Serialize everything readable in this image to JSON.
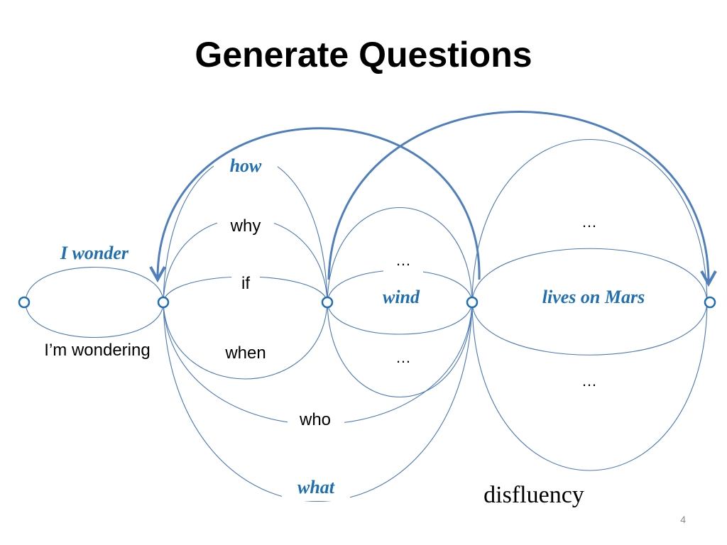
{
  "slide": {
    "title": "Generate Questions",
    "page_number": "4"
  },
  "colors": {
    "arc": "#4a78b8",
    "highlight": "#1f6fb2",
    "node": "#1f6fb2",
    "arrow": "#4f7fbd"
  },
  "edges": {
    "i_wonder": "I wonder",
    "im_wondering": "I’m wondering",
    "how": "how",
    "why": "why",
    "if": "if",
    "when": "when",
    "who": "who",
    "what": "what",
    "ellipsis_mid_top": "…",
    "wind": "wind",
    "ellipsis_mid_bottom": "…",
    "ellipsis_right_top": "…",
    "lives_on_mars": "lives on Mars",
    "ellipsis_right_bottom": "…"
  },
  "annotation": {
    "disfluency": "disfluency"
  }
}
